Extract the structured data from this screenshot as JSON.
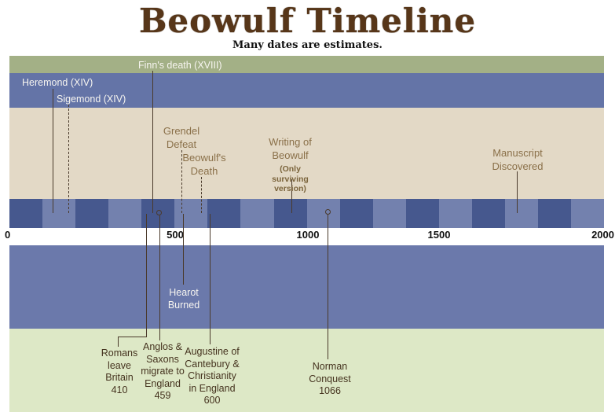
{
  "title": "Beowulf Timeline",
  "subtitle": "Many dates are estimates.",
  "colors": {
    "band_green_top": "#a3b086",
    "band_blue": "#6474a7",
    "band_tan": "#e3d9c6",
    "band_blue_bottom": "#6b79ab",
    "band_green_bottom": "#dde8c6",
    "segment_dark": "#46588e",
    "segment_light": "#7381ae",
    "leader_line": "#4a3a2b",
    "label_white": "#f7f5f0",
    "label_brown": "#8a7049",
    "label_dark_brown": "#45331f",
    "title_brown": "#573619"
  },
  "timeline": {
    "segment_count": 18,
    "axis_ticks": [
      "0",
      "500",
      "1000",
      "1500",
      "2000"
    ],
    "axis_range": [
      0,
      2000
    ]
  },
  "events": {
    "finn": "Finn's death (XVIII)",
    "heremond": "Heremond (XIV)",
    "sigemond": "Sigemond (XIV)",
    "grendel": "Grendel\nDefeat",
    "beowulf_death": "Beowulf's\nDeath",
    "writing_main": "Writing of\nBeowulf",
    "writing_sub": "(Only\nsurviving\nversion)",
    "manuscript": "Manuscript\nDiscovered",
    "hearot": "Hearot\nBurned",
    "romans": "Romans\nleave\nBritain\n410",
    "anglos": "Anglos &\nSaxons\nmigrate to\nEngland\n459",
    "augustine": "Augustine of\nCantebury &\nChristianity\nin England\n600",
    "norman": "Norman\nConquest\n1066"
  }
}
